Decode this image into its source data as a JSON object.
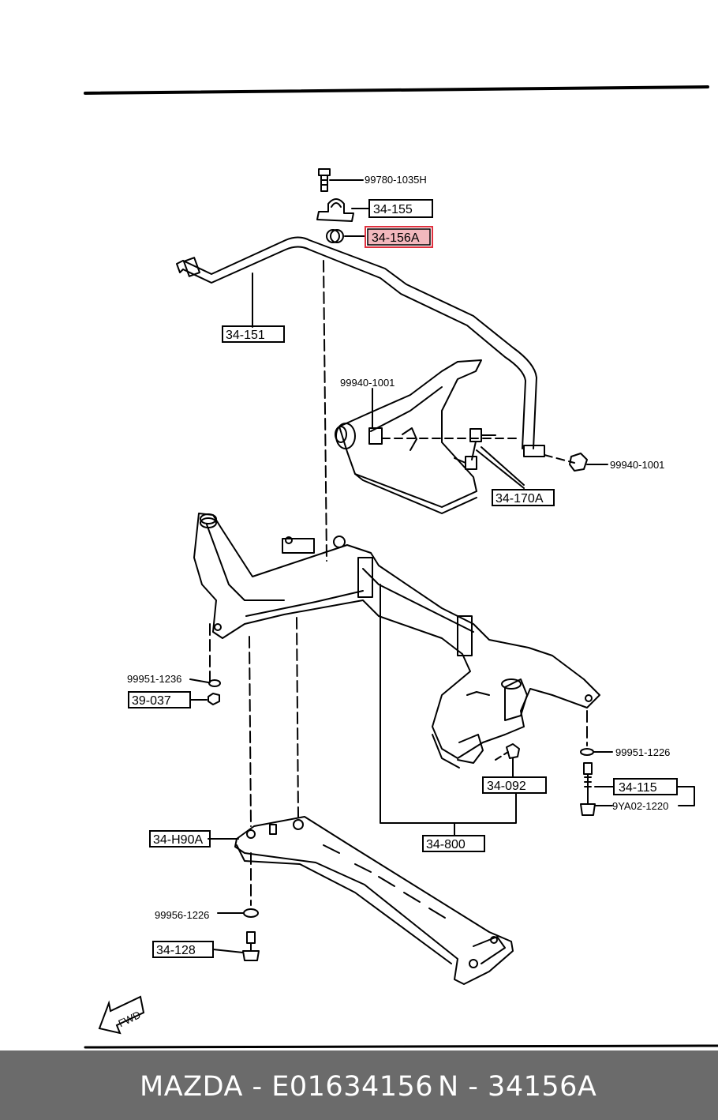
{
  "callouts": {
    "c99780": "99780-1035H",
    "c34155": "34-155",
    "c34156a": "34-156A",
    "c34151": "34-151",
    "c99940a": "99940-1001",
    "c99940b": "99940-1001",
    "c34170a": "34-170A",
    "c99951a": "99951-1236",
    "c39037": "39-037",
    "c99951b": "99951-1226",
    "c34115": "34-115",
    "c9ya02": "9YA02-1220",
    "c34092": "34-092",
    "c34800": "34-800",
    "c34h90a": "34-H90A",
    "c99956": "99956-1226",
    "c34128": "34-128"
  },
  "fwd": "FWD",
  "highlight_color": "#e0313f",
  "footer": {
    "brand_part": "MAZDA - E01634156",
    "oem_part": "N - 34156A"
  }
}
